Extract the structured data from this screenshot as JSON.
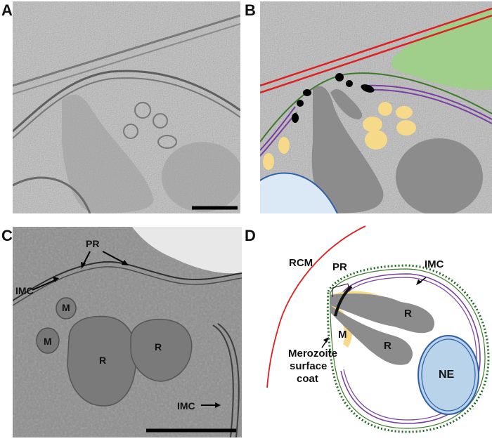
{
  "figure": {
    "panels": [
      {
        "letter": "A",
        "kind": "tomogram-slice"
      },
      {
        "letter": "B",
        "kind": "segmented-tomogram"
      },
      {
        "letter": "C",
        "kind": "tomogram-slice-zoom"
      },
      {
        "letter": "D",
        "kind": "schematic"
      }
    ],
    "panel_letters": {
      "a": "A",
      "b": "B",
      "c": "C",
      "d": "D"
    },
    "panel_c_labels": {
      "pr": "PR",
      "imc_left": "IMC",
      "m_upper": "M",
      "m_lower": "M",
      "r_left": "R",
      "r_right": "R",
      "imc_right": "IMC"
    },
    "panel_d_labels": {
      "rcm": "RCM",
      "pr": "PR",
      "imc": "IMC",
      "r_upper": "R",
      "r_lower": "R",
      "m": "M",
      "ne": "NE",
      "coat_line1": "Merozoite",
      "coat_line2": "surface",
      "coat_line3": "coat"
    },
    "colors": {
      "rhoptry": "#8c8c8c",
      "micronemes": "#f7d98a",
      "red_cell_membrane": "#e02020",
      "imc": "#7a3fa0",
      "plasma_membrane": "#3f7a2c",
      "nucleus_fill": "#b9d3ea",
      "nucleus_edge": "#2f5fa8",
      "host_region": "#9fcf8a",
      "polar_ring": "#111111"
    }
  }
}
